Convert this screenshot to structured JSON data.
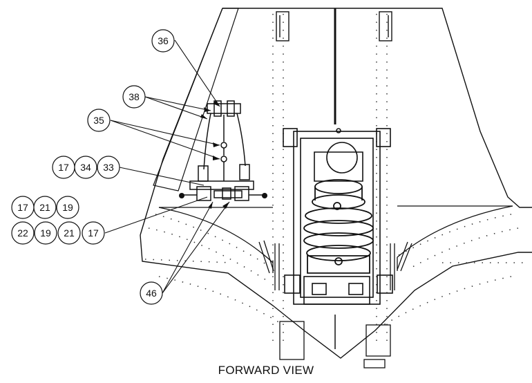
{
  "callouts": {
    "c36": "36",
    "c38": "38",
    "c35": "35",
    "c17a": "17",
    "c34": "34",
    "c33": "33",
    "c17b": "17",
    "c21a": "21",
    "c19a": "19",
    "c22": "22",
    "c19b": "19",
    "c21b": "21",
    "c17c": "17",
    "c46": "46"
  },
  "caption": "FORWARD VIEW"
}
